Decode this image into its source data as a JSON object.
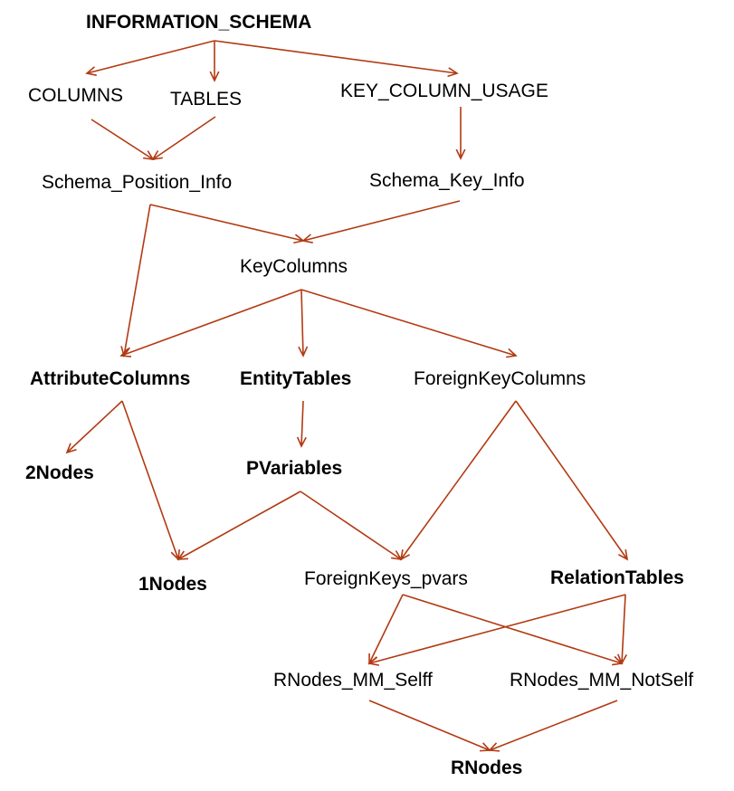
{
  "style": {
    "edge_color": "#b23a12",
    "text_color": "#000000"
  },
  "nodes": {
    "information_schema": "INFORMATION_SCHEMA",
    "columns": "COLUMNS",
    "tables": "TABLES",
    "key_column_usage": "KEY_COLUMN_USAGE",
    "schema_position_info": "Schema_Position_Info",
    "schema_key_info": "Schema_Key_Info",
    "key_columns": "KeyColumns",
    "attribute_columns": "AttributeColumns",
    "entity_tables": "EntityTables",
    "foreign_key_columns": "ForeignKeyColumns",
    "two_nodes": "2Nodes",
    "pvariables": "PVariables",
    "one_nodes": "1Nodes",
    "foreign_keys_pvars": "ForeignKeys_pvars",
    "relation_tables": "RelationTables",
    "rnodes_mm_self": "RNodes_MM_Selff",
    "rnodes_mm_notself": "RNodes_MM_NotSelf",
    "rnodes": "RNodes"
  },
  "edges": [
    [
      "information_schema",
      "columns"
    ],
    [
      "information_schema",
      "tables"
    ],
    [
      "information_schema",
      "key_column_usage"
    ],
    [
      "columns",
      "schema_position_info"
    ],
    [
      "tables",
      "schema_position_info"
    ],
    [
      "key_column_usage",
      "schema_key_info"
    ],
    [
      "schema_position_info",
      "key_columns"
    ],
    [
      "schema_key_info",
      "key_columns"
    ],
    [
      "schema_position_info",
      "attribute_columns"
    ],
    [
      "key_columns",
      "attribute_columns"
    ],
    [
      "key_columns",
      "entity_tables"
    ],
    [
      "key_columns",
      "foreign_key_columns"
    ],
    [
      "attribute_columns",
      "two_nodes"
    ],
    [
      "attribute_columns",
      "one_nodes"
    ],
    [
      "entity_tables",
      "pvariables"
    ],
    [
      "pvariables",
      "one_nodes"
    ],
    [
      "pvariables",
      "foreign_keys_pvars"
    ],
    [
      "foreign_key_columns",
      "foreign_keys_pvars"
    ],
    [
      "foreign_key_columns",
      "relation_tables"
    ],
    [
      "foreign_keys_pvars",
      "rnodes_mm_self"
    ],
    [
      "foreign_keys_pvars",
      "rnodes_mm_notself"
    ],
    [
      "relation_tables",
      "rnodes_mm_self"
    ],
    [
      "relation_tables",
      "rnodes_mm_notself"
    ],
    [
      "rnodes_mm_self",
      "rnodes"
    ],
    [
      "rnodes_mm_notself",
      "rnodes"
    ]
  ]
}
